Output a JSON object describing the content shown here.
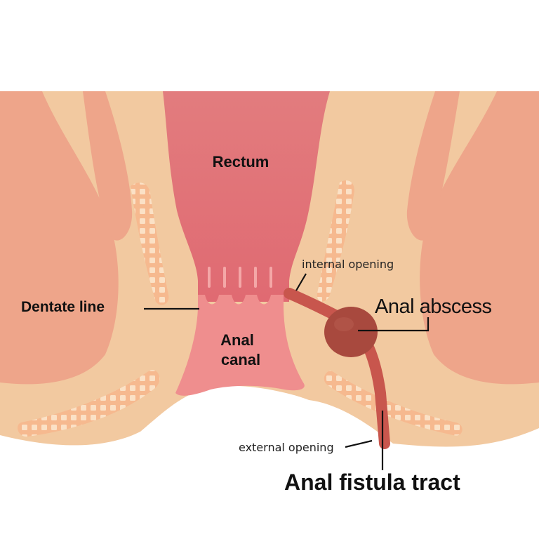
{
  "labels": {
    "rectum": "Rectum",
    "dentate_line": "Dentate line",
    "anal_canal_line1": "Anal",
    "anal_canal_line2": "canal",
    "internal_opening": "internal opening",
    "anal_abscess": "Anal abscess",
    "external_opening": "external opening",
    "anal_fistula_tract": "Anal fistula tract"
  },
  "colors": {
    "background": "#ffffff",
    "fat_tissue": "#f2c9a0",
    "buttock_muscle": "#eea58a",
    "rectum_top": "#e27c7e",
    "rectum_bottom": "#e06a72",
    "anal_canal": "#ef8e8e",
    "sphincter_mesh": "#f6b98f",
    "abscess": "#a8493e",
    "fistula_tract": "#c8564d"
  }
}
